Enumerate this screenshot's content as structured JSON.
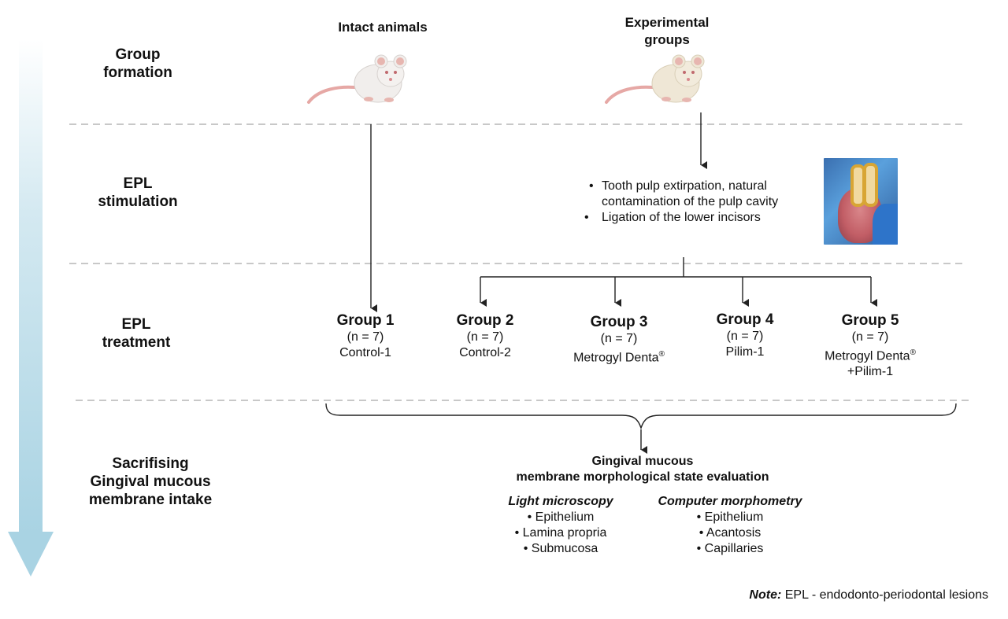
{
  "stages": [
    {
      "label_line1": "Group",
      "label_line2": "formation"
    },
    {
      "label_line1": "EPL",
      "label_line2": "stimulation"
    },
    {
      "label_line1": "EPL",
      "label_line2": "treatment"
    },
    {
      "label_line1": "Sacrifising",
      "label_line2": "Gingival mucous",
      "label_line3": "membrane intake"
    }
  ],
  "columns": {
    "intact": "Intact animals",
    "experimental_line1": "Experimental",
    "experimental_line2": "groups"
  },
  "stimulation_steps": [
    {
      "line1": "Tooth pulp extirpation, natural",
      "line2": "contamination of the pulp cavity"
    },
    {
      "line1": "Ligation of the lower incisors"
    }
  ],
  "groups": [
    {
      "title": "Group 1",
      "n": "(n = 7)",
      "treatment": "Control-1"
    },
    {
      "title": "Group 2",
      "n": "(n = 7)",
      "treatment": "Control-2"
    },
    {
      "title": "Group 3",
      "n": "(n = 7)",
      "treatment": "Metrogyl Denta",
      "sup": "®"
    },
    {
      "title": "Group 4",
      "n": "(n = 7)",
      "treatment": "Pilim-1"
    },
    {
      "title": "Group 5",
      "n": "(n = 7)",
      "treatment": "Metrogyl Denta",
      "sup": "®",
      "treatment_line2": "+Pilim-1"
    }
  ],
  "evaluation": {
    "title_line1": "Gingival mucous",
    "title_line2": "membrane morphological state evaluation",
    "methods": [
      {
        "name": "Light microscopy",
        "items": [
          "Epithelium",
          "Lamina propria",
          "Submucosa"
        ]
      },
      {
        "name": "Computer morphometry",
        "items": [
          "Epithelium",
          "Acantosis",
          "Capillaries"
        ]
      }
    ]
  },
  "note": {
    "label": "Note:",
    "text": " EPL - endodonto-periodontal lesions"
  },
  "colors": {
    "timeline_arrow": "#a9d3e3",
    "divider": "#b5b5b5",
    "rat_intact": "#f1eeec",
    "rat_experimental": "#efe7d6",
    "rat_ear": "#e7b6b0"
  }
}
